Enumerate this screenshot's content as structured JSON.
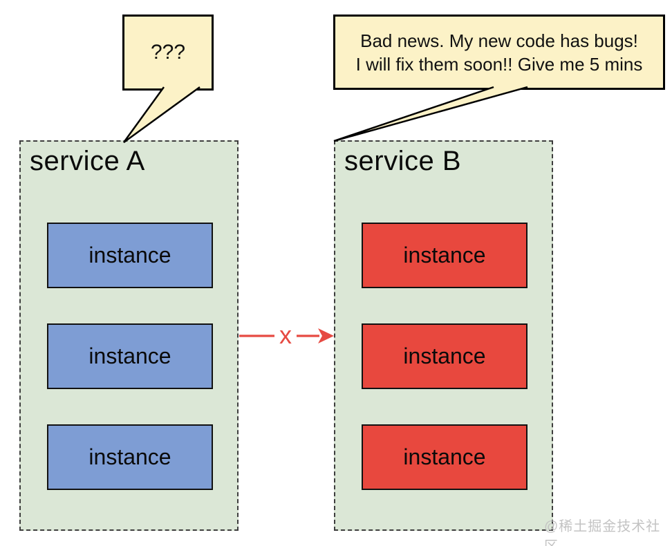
{
  "speech_bubbles": [
    {
      "id": "question",
      "text": "???"
    },
    {
      "id": "apology",
      "lines": [
        "Bad news. My new code has bugs!",
        "I will fix them soon!! Give me 5 mins"
      ]
    }
  ],
  "services": [
    {
      "name": "service A",
      "instances": [
        "instance",
        "instance",
        "instance"
      ]
    },
    {
      "name": "service B",
      "instances": [
        "instance",
        "instance",
        "instance"
      ]
    }
  ],
  "connection": {
    "blocked_marker": "x"
  },
  "watermark": "@稀土掘金技术社区",
  "colors": {
    "service_bg": "#dbe7d6",
    "service_border": "#3d3d3d",
    "instance_a_bg": "#7e9dd4",
    "instance_b_bg": "#e8483e",
    "bubble_bg": "#fcf2c7",
    "arrow_red": "#e64a42",
    "watermark_gray": "#c3c3c3"
  }
}
